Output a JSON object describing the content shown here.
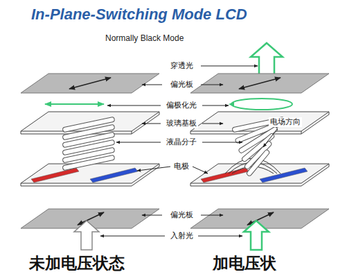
{
  "diagram": {
    "title": "In-Plane-Switching Mode LCD",
    "labels": [
      "Normally Black Mode",
      "穿透光",
      "偏光板",
      "偏极化光",
      "玻璃基板",
      "液晶分子",
      "电场方向",
      "电极",
      "偏光板",
      "入射光",
      "未加电压状态",
      "加电压状"
    ]
  }
}
